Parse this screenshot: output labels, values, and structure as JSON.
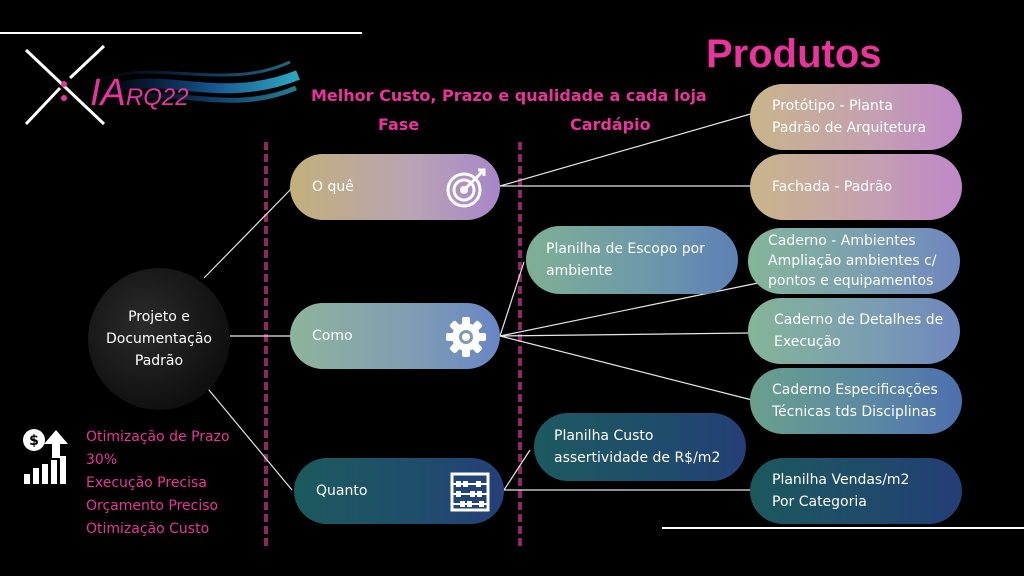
{
  "title": "Produtos",
  "subtitle": "Melhor Custo, Prazo e qualidade a cada loja",
  "headers": {
    "fase": "Fase",
    "cardapio": "Cardápio"
  },
  "logo": {
    "big": "IA",
    "small": "RQ22"
  },
  "center": "Projeto e\nDocumentação\nPadrão",
  "phases": [
    {
      "label": "O quê",
      "icon": "target-icon"
    },
    {
      "label": "Como",
      "icon": "gear-icon"
    },
    {
      "label": "Quanto",
      "icon": "abacus-icon"
    }
  ],
  "middle": [
    "Planilha de Escopo por\nambiente",
    "Planilha Custo\nassertividade de R$/m2"
  ],
  "products": [
    "Protótipo - Planta\nPadrão de Arquitetura",
    "Fachada - Padrão",
    "Caderno - Ambientes\nAmpliação ambientes c/\npontos e equipamentos",
    "Caderno de Detalhes de\nExecução",
    "Caderno Especificações\nTécnicas tds Disciplinas",
    "Planilha Vendas/m2\nPor Categoria"
  ],
  "benefits": [
    "Otimização de Prazo",
    "30%",
    "Execução Precisa",
    "Orçamento Preciso",
    "Otimização Custo"
  ],
  "colors": {
    "accent": "#e8359b",
    "dash": "#8e2763"
  }
}
